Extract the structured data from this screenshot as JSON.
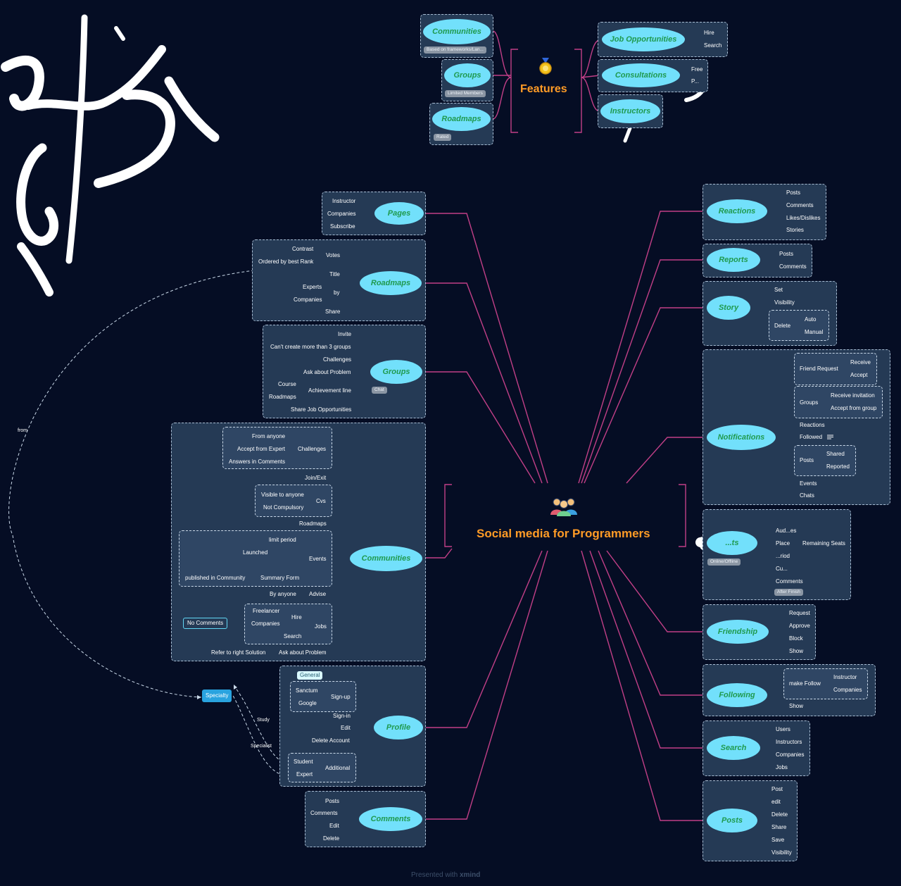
{
  "central": {
    "title": "Social media for Programmers"
  },
  "features": {
    "title": "Features",
    "left": [
      {
        "name": "Communities",
        "tag": "Based on frameworks/Lan..."
      },
      {
        "name": "Groups",
        "tag": "Limited Members"
      },
      {
        "name": "Roadmaps",
        "tag": "Rated"
      }
    ],
    "right": [
      {
        "name": "Job Opportunities",
        "items": [
          "Hire",
          "Search"
        ]
      },
      {
        "name": "Consultations",
        "items": [
          "Free",
          "P..."
        ]
      },
      {
        "name": "Instructors",
        "items": []
      }
    ]
  },
  "left": {
    "pages": {
      "name": "Pages",
      "items": [
        "Instructor",
        "Companies",
        "Subscribe"
      ]
    },
    "roadmaps": {
      "name": "Roadmaps",
      "votes": "Votes",
      "vote_items": [
        "Contrast",
        "Ordered by best Rank"
      ],
      "title": "Title",
      "by": "by",
      "by_items": [
        "Experts",
        "Companies"
      ],
      "share": "Share"
    },
    "groups": {
      "name": "Groups",
      "tag": "Chat",
      "items": [
        "Invite",
        "Can't create more than 3 groups",
        "Challenges",
        "Ask about Problem"
      ],
      "achievement": "Achievement line",
      "ach_items": [
        "Course",
        "Roadmaps"
      ],
      "share": "Share Job Opportunities"
    },
    "communities": {
      "name": "Communities",
      "challenges": "Challenges",
      "challenge_items": [
        "From anyone",
        "Accept from Expert",
        "Answers in Comments"
      ],
      "join": "Join/Exit",
      "cvs": "Cvs",
      "cv_items": [
        "Visible to anyone",
        "Not Compulsory"
      ],
      "roadmaps": "Roadmaps",
      "events": "Events",
      "event_items": [
        "limit period",
        "Launched",
        "published in Community",
        "Summary Form"
      ],
      "advise": "Advise",
      "advise_item": "By anyone",
      "jobs": "Jobs",
      "hire": "Hire",
      "hire_items": [
        "Freelancer",
        "Companies"
      ],
      "search": "Search",
      "no_comments": "No Comments",
      "ask": "Ask about Problem",
      "refer": "Refer to right Solution"
    },
    "profile": {
      "name": "Profile",
      "general": "General",
      "signup": "Sign-up",
      "signup_items": [
        "Sanctum",
        "Google"
      ],
      "items": [
        "Sign-in",
        "Edit",
        "Delete Account"
      ],
      "additional": "Additional",
      "add_items": [
        "Student",
        "Expert"
      ]
    },
    "comments": {
      "name": "Comments",
      "items": [
        "Posts",
        "Comments",
        "Edit",
        "Delete"
      ]
    },
    "specialty": "Specialty",
    "from": "from",
    "study": "Study",
    "specialist": "Specialist"
  },
  "right": {
    "reactions": {
      "name": "Reactions",
      "items": [
        "Posts",
        "Comments",
        "Likes/Dislikes",
        "Stories"
      ]
    },
    "reports": {
      "name": "Reports",
      "items": [
        "Posts",
        "Comments"
      ]
    },
    "story": {
      "name": "Story",
      "items": [
        "Set",
        "Visibility"
      ],
      "delete": "Delete",
      "delete_items": [
        "Auto",
        "Manual"
      ]
    },
    "notifications": {
      "name": "Notifications",
      "friend": "Friend Request",
      "friend_items": [
        "Receive",
        "Accept"
      ],
      "groups": "Groups",
      "group_items": [
        "Receive invitation",
        "Accept from group"
      ],
      "reactions": "Reactions",
      "followed": "Followed",
      "posts": "Posts",
      "post_items": [
        "Shared",
        "Reported"
      ],
      "events": "Events",
      "chats": "Chats"
    },
    "events": {
      "name": "...ts",
      "tag": "Online/Offline",
      "items": [
        "Aud...es",
        "Place",
        "...riod",
        "Cu...",
        "Comments"
      ],
      "remaining": "Remaining Seats",
      "tag2": "After Finish"
    },
    "friendship": {
      "name": "Friendship",
      "items": [
        "Request",
        "Approve",
        "Block",
        "Show"
      ]
    },
    "following": {
      "name": "Following",
      "make": "make Follow",
      "make_items": [
        "Instructor",
        "Companies"
      ],
      "show": "Show"
    },
    "search": {
      "name": "Search",
      "items": [
        "Users",
        "Instructors",
        "Companies",
        "Jobs"
      ]
    },
    "posts": {
      "name": "Posts",
      "items": [
        "Post",
        "edit",
        "Delete",
        "Share",
        "Save",
        "Visibility"
      ]
    }
  },
  "footer": {
    "text": "Presented with",
    "brand": "xmind"
  },
  "colors": {
    "bg": "#050d24",
    "node": "#72e0fb",
    "node_text": "#1f9a4e",
    "line": "#c13f87",
    "title": "#ff9b26"
  }
}
